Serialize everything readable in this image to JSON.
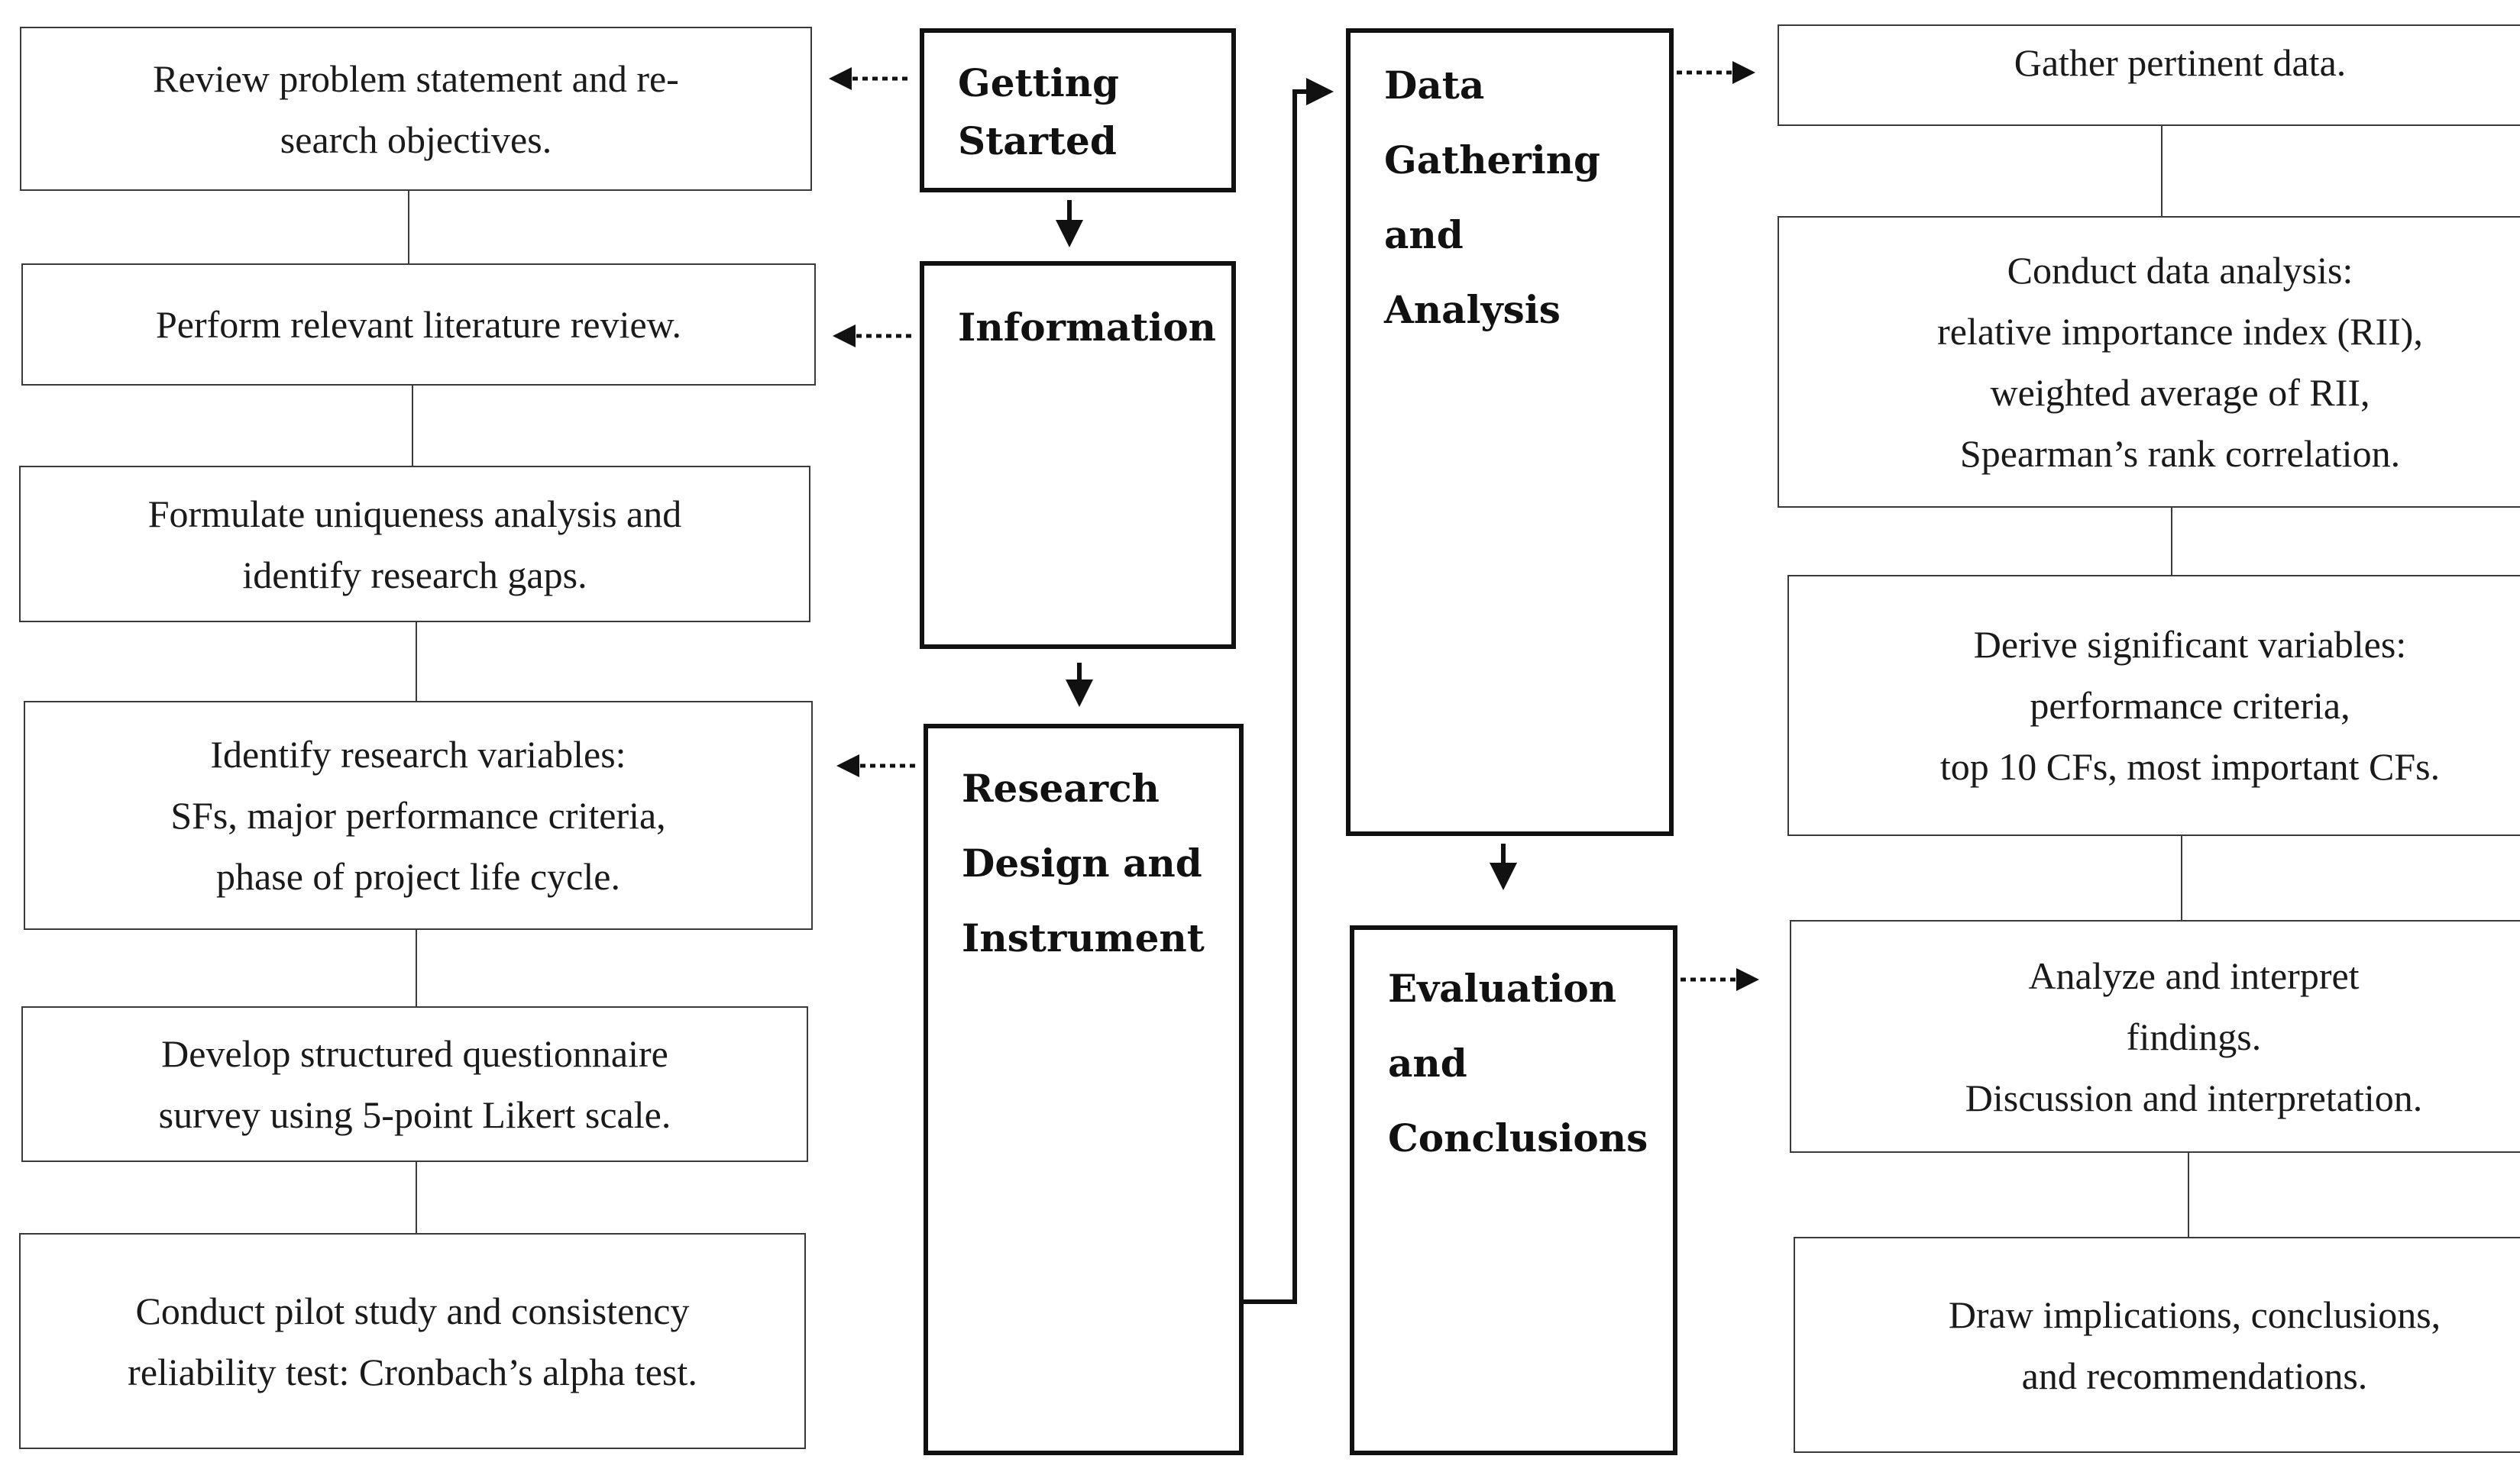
{
  "phases": {
    "getting_started": [
      "Getting",
      "Started"
    ],
    "information": [
      "Information"
    ],
    "research_design": [
      "Research",
      "Design and",
      "Instrument"
    ],
    "data_gathering": [
      "Data",
      "Gathering",
      "and",
      "Analysis"
    ],
    "evaluation": [
      "Evaluation",
      "and",
      "Conclusions"
    ]
  },
  "left_steps": {
    "review_problem": [
      "Review problem statement and re-",
      "search objectives."
    ],
    "literature_review": [
      "Perform relevant literature review."
    ],
    "uniqueness_analysis": [
      "Formulate uniqueness analysis and",
      "identify research gaps."
    ],
    "research_variables": [
      "Identify research variables:",
      "SFs, major performance criteria,",
      "phase of project life cycle."
    ],
    "questionnaire": [
      "Develop structured questionnaire",
      "survey using 5-point Likert scale."
    ],
    "pilot_study": [
      "Conduct pilot study and consistency",
      "reliability test: Cronbach’s alpha test."
    ]
  },
  "right_steps": {
    "gather_data": [
      "Gather pertinent data."
    ],
    "data_analysis": [
      "Conduct data analysis:",
      "relative importance index (RII),",
      "weighted average of RII,",
      "Spearman’s rank correlation."
    ],
    "significant_variables": [
      "Derive significant variables:",
      "performance criteria,",
      "top 10 CFs, most important CFs."
    ],
    "interpret_findings": [
      "Analyze and interpret",
      "findings.",
      "Discussion and interpretation."
    ],
    "implications": [
      "Draw implications, conclusions,",
      "and recommendations."
    ]
  }
}
